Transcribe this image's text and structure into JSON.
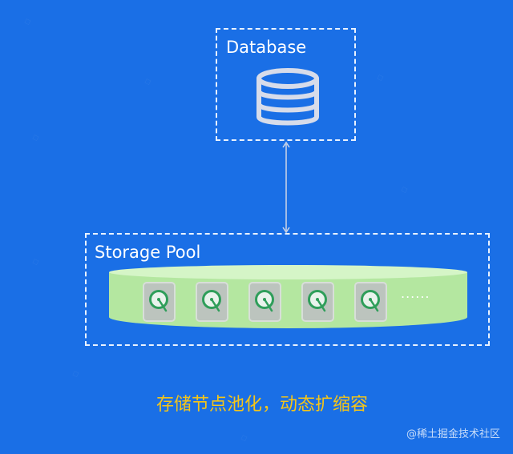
{
  "colors": {
    "background": "#1a6fe6",
    "box_border": "#e9f2ff",
    "pool_fill": "#c9f2b6",
    "disk_fill": "#bfc7c0",
    "caption": "#f5c518"
  },
  "database": {
    "label": "Database",
    "icon": "database-icon"
  },
  "connector": {
    "icon": "double-arrow"
  },
  "storage_pool": {
    "label": "Storage Pool",
    "disks": [
      {
        "icon": "hard-disk-icon"
      },
      {
        "icon": "hard-disk-icon"
      },
      {
        "icon": "hard-disk-icon"
      },
      {
        "icon": "hard-disk-icon"
      },
      {
        "icon": "hard-disk-icon"
      }
    ],
    "more": "......"
  },
  "caption": "存储节点池化，动态扩缩容",
  "credit": "@稀土掘金技术社区"
}
